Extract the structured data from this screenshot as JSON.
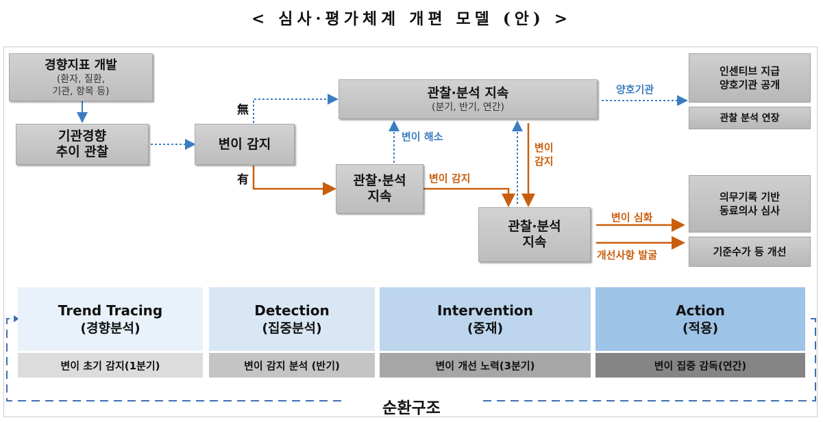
{
  "title": "< 심사·평가체계 개편 모델 (안) >",
  "boxes": {
    "trend_index": {
      "title": "경향지표 개발",
      "sub": "(환자, 질환,\n기관, 항목 등)"
    },
    "trend_observe": {
      "title": "기관경향\n추이 관찰"
    },
    "detect": {
      "title": "변이 감지"
    },
    "continue_top": {
      "title": "관찰·분석 지속",
      "sub": "(분기, 반기, 연간)"
    },
    "continue_mid": {
      "title": "관찰·분석\n지속"
    },
    "continue_low": {
      "title": "관찰·분석\n지속"
    }
  },
  "right_boxes": {
    "incentive": "인센티브 지급\n양호기관 공개",
    "extend": "관찰 분석 연장",
    "peer_review": "의무기록 기반\n동료의사 심사",
    "standard": "기준수가 등 개선"
  },
  "labels": {
    "none": "無",
    "has": "有",
    "good_inst": "양호기관",
    "resolved": "변이 해소",
    "detected": "변이 감지",
    "detected_v": "변이\n감지",
    "intensified": "변이 심화",
    "improvement": "개선사항 발굴"
  },
  "stages": [
    {
      "en": "Trend Tracing",
      "ko": "(경향분석)",
      "sub": "변이 초기 감지(1분기)"
    },
    {
      "en": "Detection",
      "ko": "(집중분석)",
      "sub": "변이 감지 분석 (반기)"
    },
    {
      "en": "Intervention",
      "ko": "(중재)",
      "sub": "변이 개선 노력(3분기)"
    },
    {
      "en": "Action",
      "ko": "(적용)",
      "sub": "변이 집중 감독(연간)"
    }
  ],
  "cycle": "순환구조",
  "colors": {
    "blue": "#3b7dc1",
    "orange": "#c95e0e"
  }
}
